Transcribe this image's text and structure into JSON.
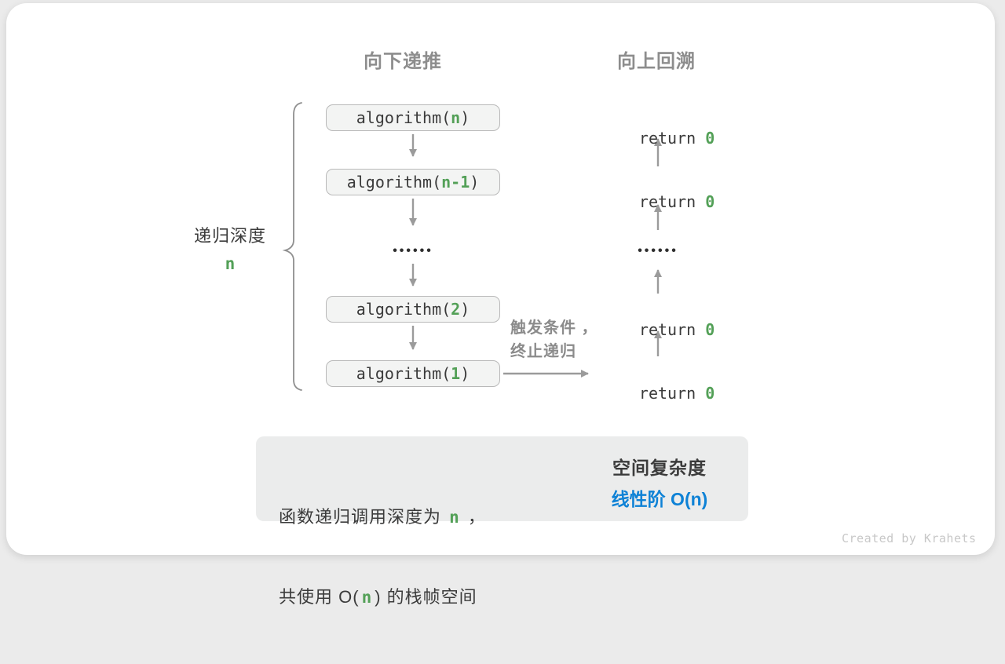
{
  "headers": {
    "down_label": "向下递推",
    "up_label": "向上回溯"
  },
  "depth": {
    "label": "递归深度",
    "value": "n"
  },
  "calls": [
    {
      "pre": "algorithm(",
      "arg": "n",
      "post": ")"
    },
    {
      "pre": "algorithm(",
      "arg": "n-1",
      "post": ")"
    },
    {
      "pre": "algorithm(",
      "arg": "2",
      "post": ")"
    },
    {
      "pre": "algorithm(",
      "arg": "1",
      "post": ")"
    }
  ],
  "returns": [
    {
      "pre": "return ",
      "arg": "0"
    },
    {
      "pre": "return ",
      "arg": "0"
    },
    {
      "pre": "return ",
      "arg": "0"
    },
    {
      "pre": "return ",
      "arg": "0"
    }
  ],
  "ellipsis": "••••••",
  "trigger": {
    "line1": "触发条件 ，",
    "line2": "终止递归"
  },
  "summary": {
    "left_line1_pre": "函数递归调用深度为 ",
    "left_line1_var": "n",
    "left_line1_post": " ，",
    "left_line2_pre": "共使用 O(",
    "left_line2_var": "n",
    "left_line2_post": ") 的栈帧空间",
    "right_title": "空间复杂度",
    "right_value": "线性阶 O(n)"
  },
  "watermark": "Created by Krahets",
  "colors": {
    "accent_green": "#53a057",
    "accent_blue": "#0e82d6",
    "arrow_gray": "#9b9b9b",
    "text_dark": "#3b3b3b",
    "text_gray": "#8d8d8d"
  }
}
